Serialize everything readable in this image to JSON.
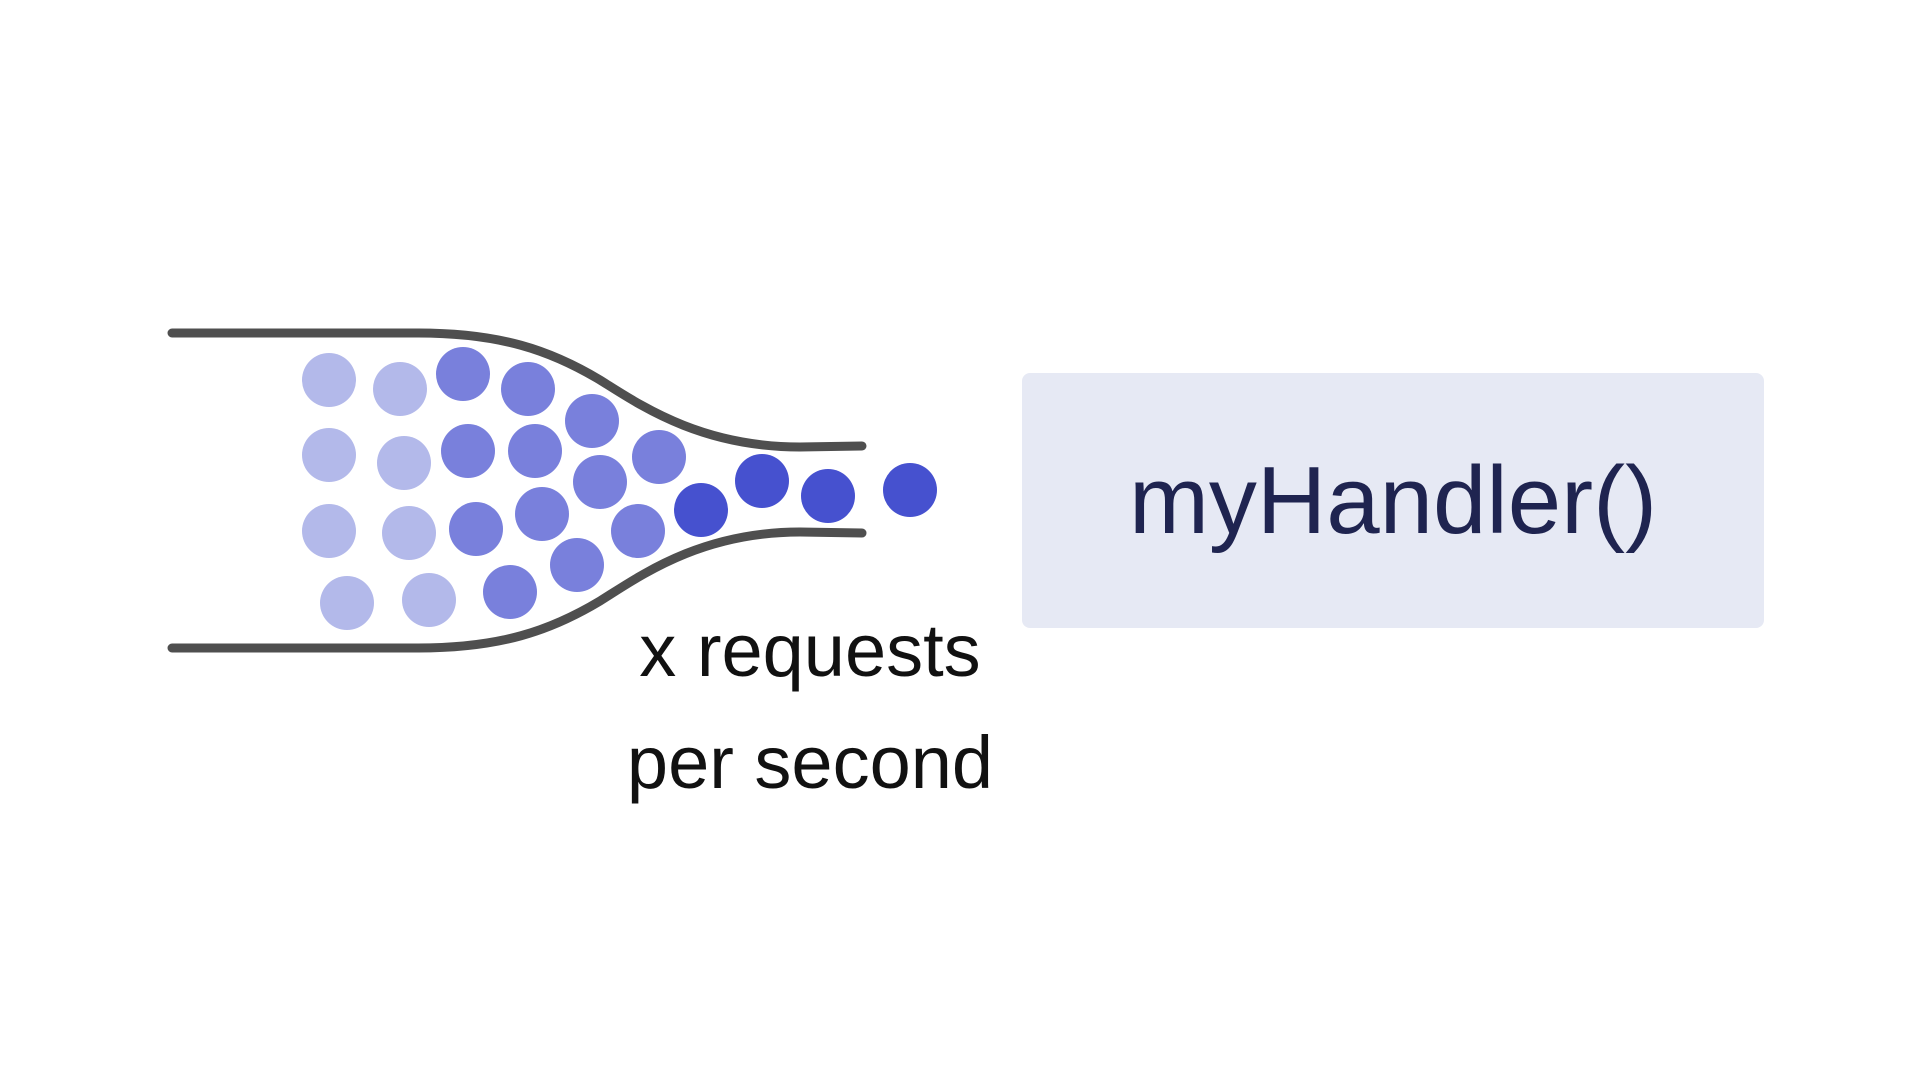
{
  "handler": {
    "label": "myHandler()"
  },
  "rate": {
    "line1": "x requests",
    "line2": "per second"
  },
  "colors": {
    "pipe": "#4F4F4F",
    "box": "#E6E9F4",
    "handler_text": "#1F2450",
    "dot_light": "#B3B9EA",
    "dot_medium": "#7980DC",
    "dot_dark": "#4651CF"
  },
  "icons": [
    "funnel-pipe",
    "request-dot"
  ]
}
